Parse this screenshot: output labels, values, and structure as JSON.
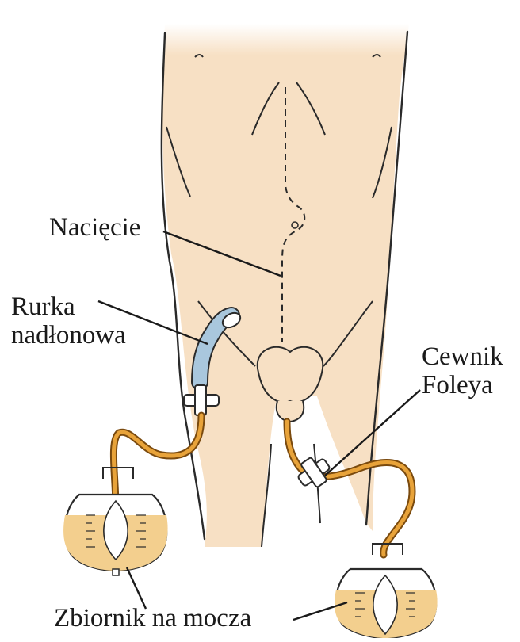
{
  "labels": {
    "incision": "Nacięcie",
    "suprapubic_line1": "Rurka",
    "suprapubic_line2": "nadłonowa",
    "foley_line1": "Cewnik",
    "foley_line2": "Foleya",
    "bags": "Zbiornik na mocza"
  },
  "colors": {
    "skin": "#f7e0c4",
    "outline": "#2a2a2a",
    "tube": "#e8a33a",
    "tube_dark": "#7a4a0e",
    "urine": "#f3cf8e",
    "suprapubic_tube": "#a9c7dd",
    "bag_white": "#ffffff"
  }
}
